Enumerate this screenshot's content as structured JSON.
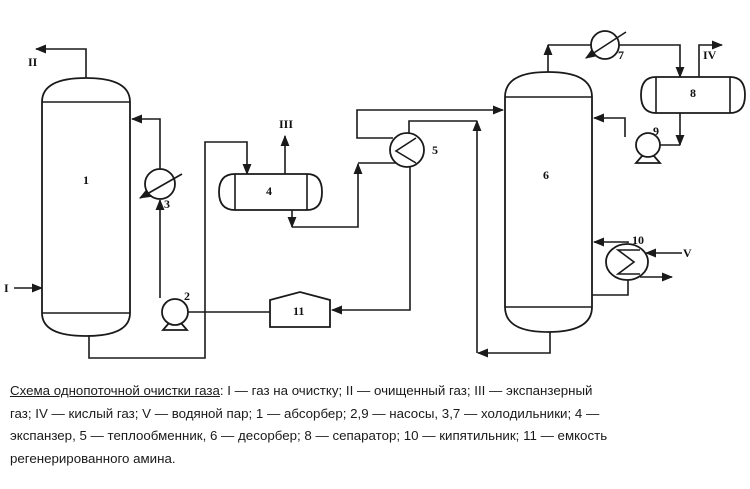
{
  "diagram": {
    "streams": {
      "I": "I",
      "II": "II",
      "III": "III",
      "IV": "IV",
      "V": "V"
    },
    "equipment": {
      "absorber": "1",
      "pump_2": "2",
      "cooler_3": "3",
      "expander_4": "4",
      "heat_exchanger_5": "5",
      "desorber_6": "6",
      "cooler_7": "7",
      "separator_8": "8",
      "pump_9": "9",
      "reboiler_10": "10",
      "amine_tank_11": "11"
    }
  },
  "caption": {
    "title": "Схема однопоточной очистки газа",
    "line1": ": I — газ на очистку; II — очищенный газ; III — экспанзерный",
    "line2": "газ; IV — кислый газ; V — водяной пар; 1 — абсорбер; 2,9 — насосы, 3,7 — холодильники; 4 —",
    "line3": "экспанзер, 5 — теплообменник, 6 — десорбер; 8 — сепаратор; 10 — кипятильник; 11 — емкость",
    "line4": "регенерированного амина."
  }
}
